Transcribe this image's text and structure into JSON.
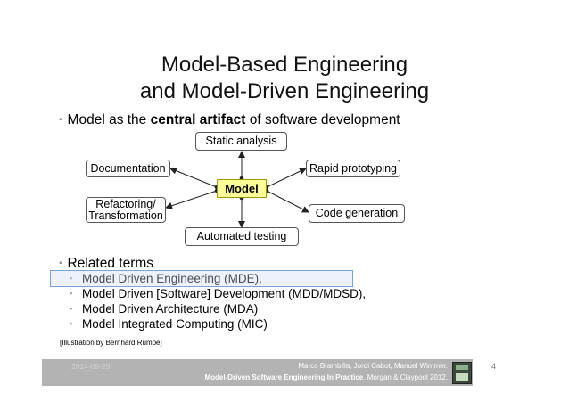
{
  "title": {
    "line1": "Model-Based Engineering",
    "line2": "and Model-Driven Engineering"
  },
  "bullet1": {
    "prefix": "Model as the ",
    "bold": "central artifact",
    "suffix": " of software development"
  },
  "diagram": {
    "center": "Model",
    "static_analysis": "Static analysis",
    "documentation": "Documentation",
    "rapid_prototyping": "Rapid prototyping",
    "refactoring_line1": "Refactoring/",
    "refactoring_line2": "Transformation",
    "code_generation": "Code generation",
    "automated_testing": "Automated testing"
  },
  "related": {
    "heading": "Related terms",
    "terms": [
      "Model Driven Engineering (MDE),",
      "Model Driven [Software] Development (MDD/MDSD),",
      "Model Driven Architecture (MDA)",
      "Model Integrated Computing (MIC)"
    ]
  },
  "credit": "[Illustration by Bernhard Rumpe]",
  "footer": {
    "date": "2014-09-29",
    "authors": "Marco Brambilla, Jordi Cabot, Manuel Wimmer.",
    "book_title": "Model-Driven Software Engineering In Practice",
    "publisher": ". Morgan & Claypool 2012."
  },
  "page_number": "4",
  "colors": {
    "center_fill": "#ffff99",
    "footer_bg": "#b3b3b3",
    "highlight_border": "#7aa3d9"
  }
}
